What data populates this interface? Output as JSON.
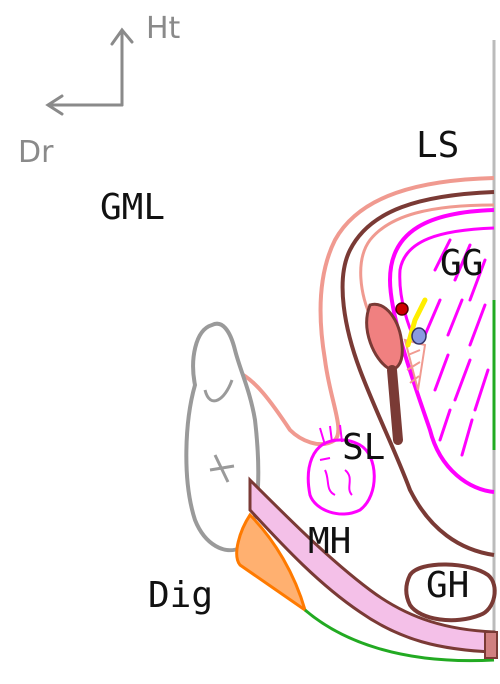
{
  "orientation": {
    "up_label": "Ht",
    "left_label": "Dr"
  },
  "labels": {
    "ls": "LS",
    "gml": "GML",
    "gg": "GG",
    "sl": "SL",
    "mh": "MH",
    "dig": "Dig",
    "gh": "GH"
  },
  "colors": {
    "pink_outline": "#f09a90",
    "dark_brown": "#7a3a35",
    "magenta": "#ff00ff",
    "green": "#22aa22",
    "gray": "#9a9a9a",
    "orange": "#ffb070",
    "light_pink": "#f4c0e8",
    "salmon_fill": "#f08080",
    "yellow": "#ffee00",
    "red": "#cc0000",
    "blue": "#8a9ae0",
    "midline": "#bbbbbb"
  }
}
